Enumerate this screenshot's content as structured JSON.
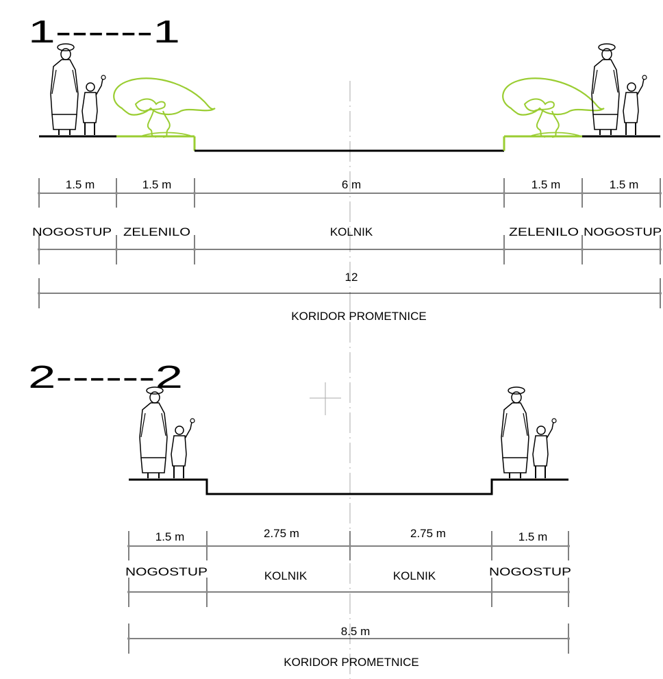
{
  "section_1": {
    "title": "1------1",
    "dimensions": [
      "1.5 m",
      "1.5 m",
      "6 m",
      "1.5 m",
      "1.5 m"
    ],
    "zones": [
      "NOGOSTUP",
      "ZELENILO",
      "KOLNIK",
      "ZELENILO",
      "NOGOSTUP"
    ],
    "total": "12",
    "corridor_label": "KORIDOR PROMETNICE"
  },
  "section_2": {
    "title": "2------2",
    "dimensions": [
      "1.5 m",
      "2.75 m",
      "2.75 m",
      "1.5 m"
    ],
    "zones": [
      "NOGOSTUP",
      "KOLNIK",
      "KOLNIK",
      "NOGOSTUP"
    ],
    "total": "8.5 m",
    "corridor_label": "KORIDOR PROMETNICE"
  },
  "colors": {
    "greenery": "#9acd32",
    "line": "#000000",
    "axis": "#aaaaaa"
  }
}
